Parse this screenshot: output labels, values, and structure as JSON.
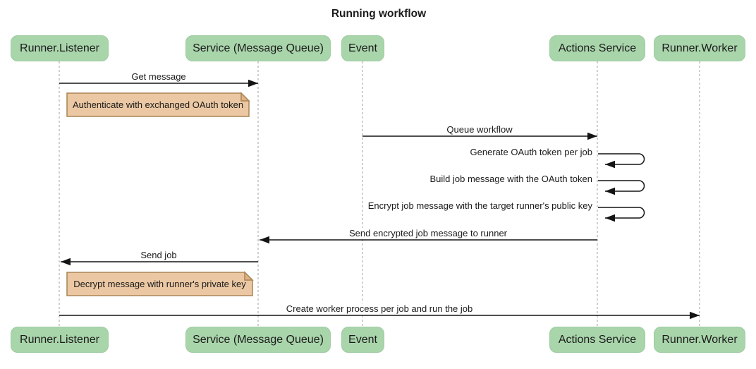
{
  "title": "Running workflow",
  "diagram_type": "sequence-diagram",
  "participants": [
    {
      "label": "Runner.Listener"
    },
    {
      "label": "Service (Message Queue)"
    },
    {
      "label": "Event"
    },
    {
      "label": "Actions Service"
    },
    {
      "label": "Runner.Worker"
    }
  ],
  "messages": [
    {
      "label": "Get message",
      "from": "Runner.Listener",
      "to": "Service (Message Queue)",
      "type": "solid-arrow"
    },
    {
      "label": "Queue workflow",
      "from": "Event",
      "to": "Actions Service",
      "type": "solid-arrow"
    },
    {
      "label": "Generate OAuth token per job",
      "from": "Actions Service",
      "to": "Actions Service",
      "type": "self-loop"
    },
    {
      "label": "Build job message with the OAuth token",
      "from": "Actions Service",
      "to": "Actions Service",
      "type": "self-loop"
    },
    {
      "label": "Encrypt job message with the target runner's public key",
      "from": "Actions Service",
      "to": "Actions Service",
      "type": "self-loop"
    },
    {
      "label": "Send encrypted job message to runner",
      "from": "Actions Service",
      "to": "Service (Message Queue)",
      "type": "solid-arrow"
    },
    {
      "label": "Send job",
      "from": "Service (Message Queue)",
      "to": "Runner.Listener",
      "type": "solid-arrow"
    },
    {
      "label": "Create worker process per job and run the job",
      "from": "Runner.Listener",
      "to": "Runner.Worker",
      "type": "solid-arrow"
    }
  ],
  "notes": [
    {
      "label": "Authenticate with exchanged OAuth token",
      "over": "Runner.Listener"
    },
    {
      "label": "Decrypt message with runner's private key",
      "over": "Runner.Listener"
    }
  ],
  "colors": {
    "actor_fill": "#A9D5AB",
    "actor_border": "#9FCBA2",
    "note_fill": "#EBC8A3",
    "note_fold": "#DFB386",
    "note_border": "#AA8453",
    "lifeline": "#A0A0A0",
    "arrow": "#141414",
    "text": "#1b1b1b",
    "background": "#ffffff"
  }
}
